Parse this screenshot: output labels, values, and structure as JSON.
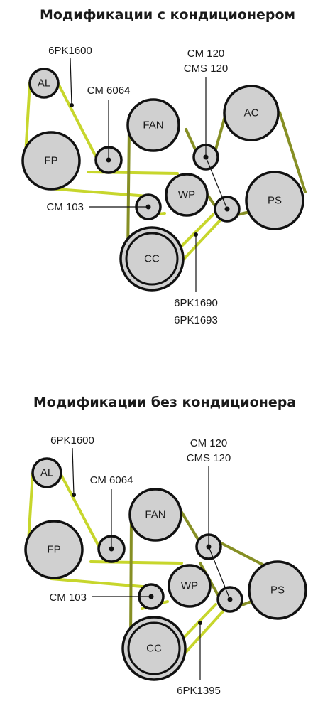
{
  "diagram1": {
    "title": "Модификации с кондиционером",
    "labels": {
      "belt_top": "6PK1600",
      "cm6064": "CM 6064",
      "cm120_line1": "CM 120",
      "cm120_line2": "CMS 120",
      "cm103": "CM 103",
      "belt_bottom_line1": "6PK1690",
      "belt_bottom_line2": "6PK1693"
    },
    "pulleys": {
      "al": "AL",
      "fp": "FP",
      "fan": "FAN",
      "ac": "AC",
      "wp": "WP",
      "ps": "PS",
      "cc": "CC"
    }
  },
  "diagram2": {
    "title": "Модификации без кондиционера",
    "labels": {
      "belt_top": "6PK1600",
      "cm6064": "CM 6064",
      "cm120_line1": "CM 120",
      "cm120_line2": "CMS 120",
      "cm103": "CM 103",
      "belt_bottom": "6PK1395"
    },
    "pulleys": {
      "al": "AL",
      "fp": "FP",
      "fan": "FAN",
      "wp": "WP",
      "ps": "PS",
      "cc": "CC"
    }
  },
  "colors": {
    "belt_light": "#c7d62c",
    "belt_dark": "#868f24",
    "pulley_fill": "#d0d0d0",
    "outline": "#111111"
  }
}
